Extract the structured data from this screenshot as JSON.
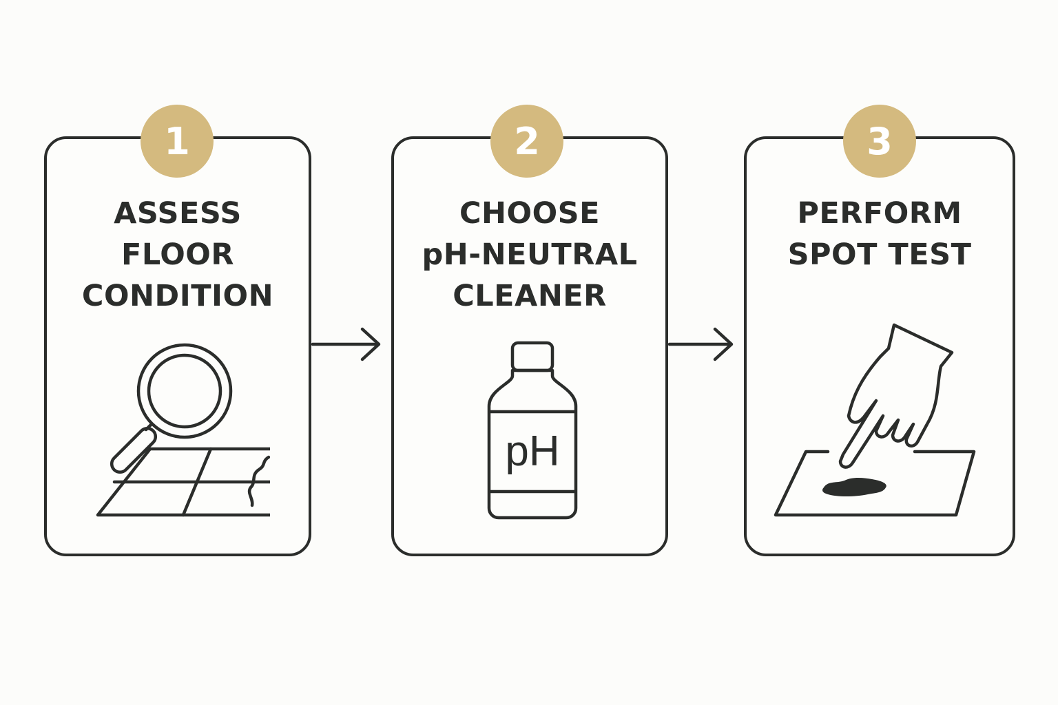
{
  "colors": {
    "badge": "#d4ba7f",
    "stroke": "#2b2d2b",
    "background": "#fcfcfa"
  },
  "steps": [
    {
      "number": "1",
      "title_lines": [
        "ASSESS",
        "FLOOR",
        "CONDITION"
      ],
      "icon": "magnifier-over-cracked-tiles-icon"
    },
    {
      "number": "2",
      "title_lines": [
        "CHOOSE",
        "pH-NEUTRAL",
        "CLEANER"
      ],
      "icon": "ph-bottle-icon",
      "icon_label": "pH"
    },
    {
      "number": "3",
      "title_lines": [
        "PERFORM",
        "SPOT TEST"
      ],
      "icon": "finger-touching-spot-icon"
    }
  ]
}
